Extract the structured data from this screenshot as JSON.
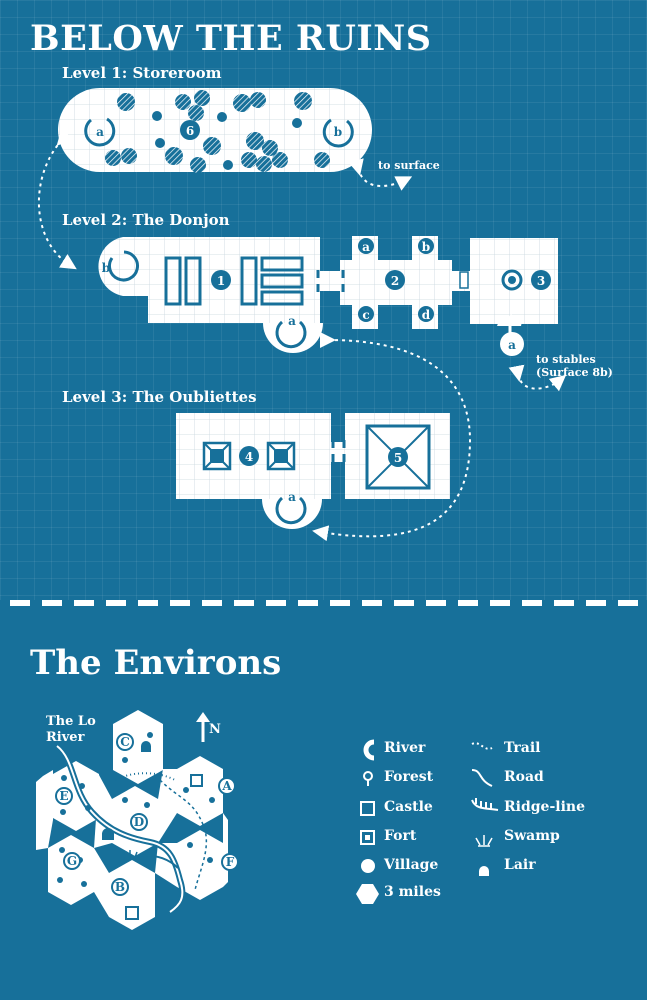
{
  "title": "BELOW THE RUINS",
  "levels": [
    {
      "name": "Level 1: Storeroom"
    },
    {
      "name": "Level 2: The Donjon"
    },
    {
      "name": "Level 3: The Oubliettes"
    }
  ],
  "notes": {
    "to_surface": "to surface",
    "to_stables_line1": "to stables",
    "to_stables_line2": "(Surface 8b)"
  },
  "room_labels": {
    "l1_a": "a",
    "l1_num": "6",
    "l1_b": "b",
    "l2_b": "b",
    "l2_num1": "1",
    "l2_a_stair": "a",
    "l2_num2": "2",
    "l2_a": "a",
    "l2_b2": "b",
    "l2_c": "c",
    "l2_d": "d",
    "l2_num3": "3",
    "l2_stable_a": "a",
    "l3_num4": "4",
    "l3_num5": "5",
    "l3_a": "a"
  },
  "environs": {
    "title": "The Environs",
    "river_name": "The Lo River",
    "north": "N",
    "hexes": {
      "A": "A",
      "B": "B",
      "C": "C",
      "D": "D",
      "E": "E",
      "F": "F",
      "G": "G"
    }
  },
  "legend": [
    {
      "label": "River",
      "icon": "river-icon"
    },
    {
      "label": "Forest",
      "icon": "forest-icon"
    },
    {
      "label": "Castle",
      "icon": "castle-icon"
    },
    {
      "label": "Fort",
      "icon": "fort-icon"
    },
    {
      "label": "Village",
      "icon": "village-icon"
    },
    {
      "label": "3 miles",
      "icon": "hex-icon"
    },
    {
      "label": "Trail",
      "icon": "trail-icon"
    },
    {
      "label": "Road",
      "icon": "road-icon"
    },
    {
      "label": "Ridge-line",
      "icon": "ridge-line-icon"
    },
    {
      "label": "Swamp",
      "icon": "swamp-icon"
    },
    {
      "label": "Lair",
      "icon": "lair-icon"
    }
  ],
  "colors": {
    "background": "#17709a",
    "ink": "#ffffff"
  }
}
